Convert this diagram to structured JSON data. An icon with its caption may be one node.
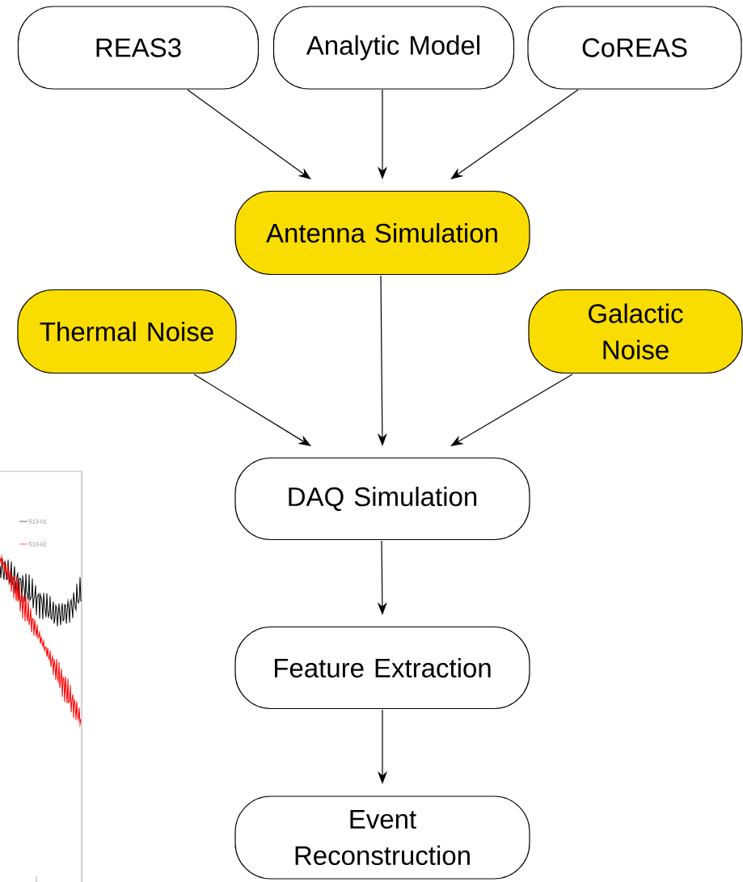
{
  "diagram": {
    "nodes": [
      {
        "text": [
          "REAS3"
        ]
      },
      {
        "text": [
          "Analytic Model"
        ]
      },
      {
        "text": [
          "CoREAS"
        ]
      },
      {
        "text": [
          "Antenna Simulation"
        ]
      },
      {
        "text": [
          "Thermal Noise"
        ]
      },
      {
        "text": [
          "Galactic Noise"
        ]
      },
      {
        "text": [
          "DAQ Simulation"
        ]
      },
      {
        "text": [
          "Feature Extraction"
        ]
      },
      {
        "text": [
          "Event Reconstruction"
        ]
      }
    ],
    "edges": [
      {
        "from": 0,
        "to": 3,
        "arrow": "to"
      },
      {
        "from": 1,
        "to": 3,
        "arrow": "to"
      },
      {
        "from": 2,
        "to": 3,
        "arrow": "to"
      },
      {
        "from": 3,
        "to": 6,
        "arrow": "to"
      },
      {
        "from": 4,
        "to": 6,
        "arrow": "to"
      },
      {
        "from": 5,
        "to": 6,
        "arrow": "to"
      },
      {
        "from": 6,
        "to": 7,
        "arrow": "to"
      },
      {
        "from": 7,
        "to": 8,
        "arrow": "to"
      }
    ],
    "legend": [
      {
        "text": "S13-01"
      },
      {
        "text": "S13-02"
      }
    ]
  }
}
